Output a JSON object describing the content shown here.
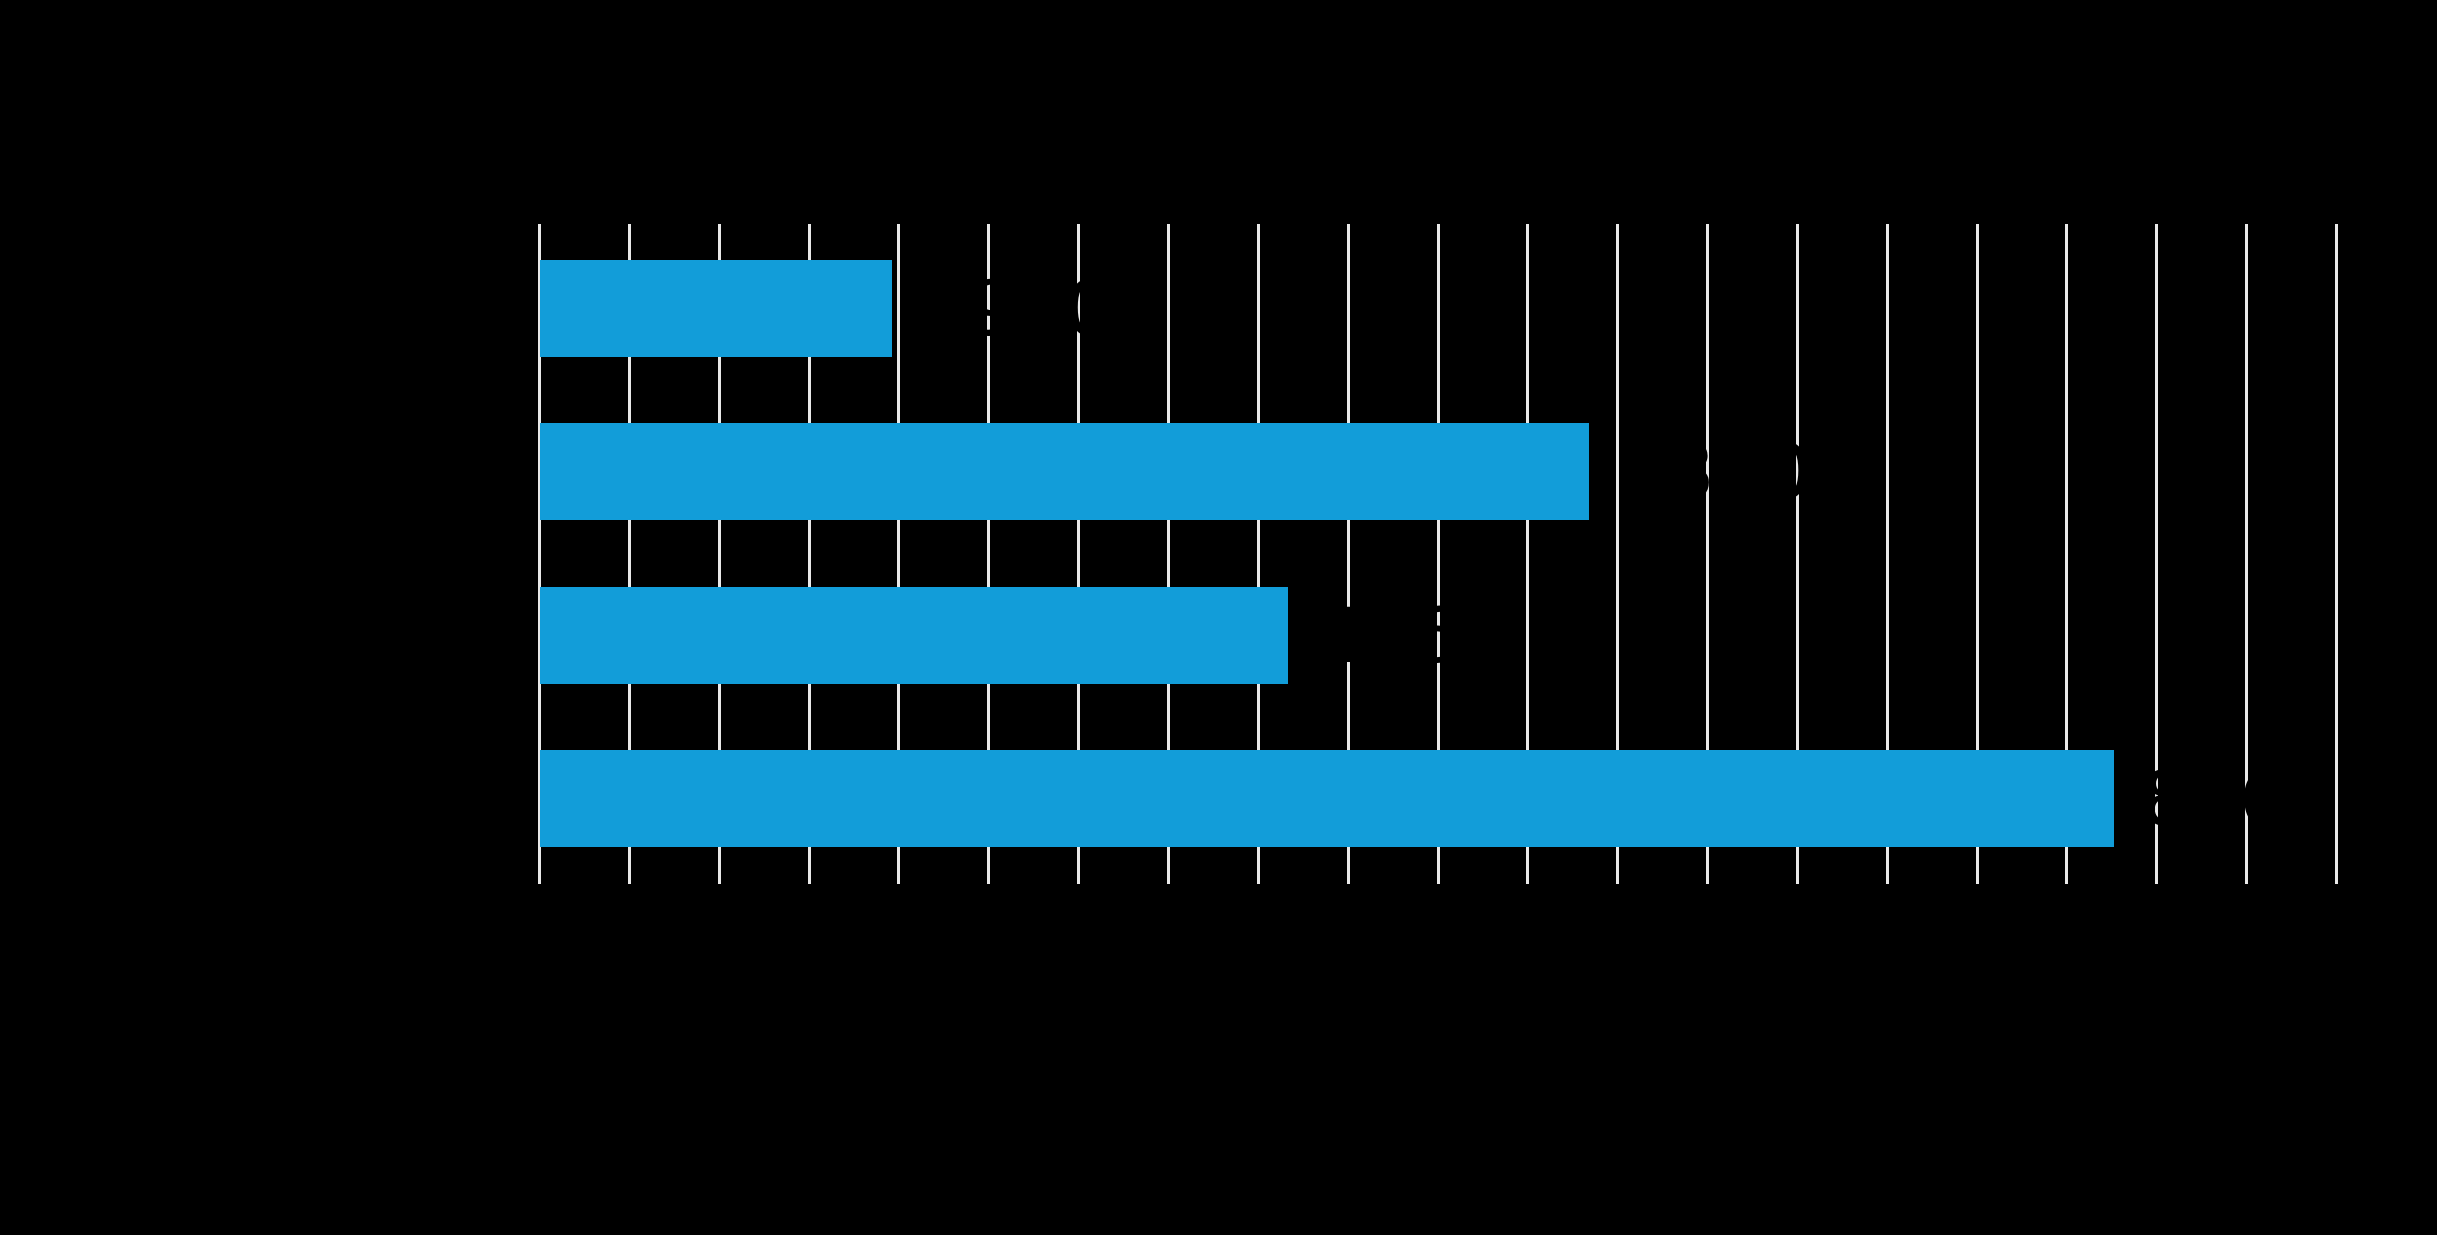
{
  "page": {
    "background_color": "#000000"
  },
  "chart_data": {
    "type": "bar",
    "orientation": "horizontal",
    "title": "",
    "xlabel": "",
    "ylabel": "",
    "categories": [
      "",
      "",
      "",
      ""
    ],
    "values": [
      1960,
      5840,
      4160,
      8760
    ],
    "value_labels": [
      "1960",
      "5840",
      "4160",
      "8760"
    ],
    "xlim": [
      0,
      10000
    ],
    "gridline_step": 500,
    "gridline_count": 21,
    "grid": "vertical-only",
    "legend": "none",
    "bar_color": "#129DD9",
    "grid_color": "#E9E9E9",
    "value_label_color": "#000000",
    "plot_background_color": "#000000"
  }
}
